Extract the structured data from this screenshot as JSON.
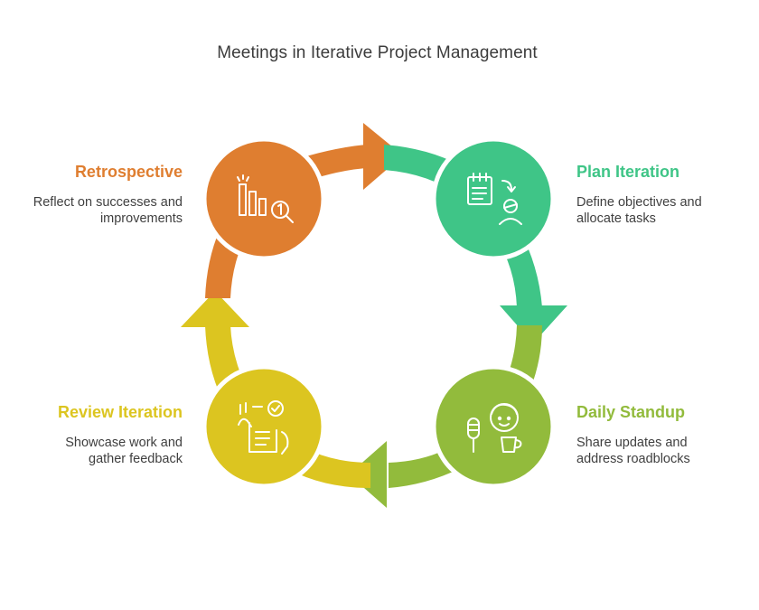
{
  "title": "Meetings in Iterative Project Management",
  "colors": {
    "plan": "#3fc587",
    "standup": "#92bb3c",
    "review": "#dcc520",
    "retro": "#df7e30"
  },
  "stages": {
    "plan": {
      "label": "Plan Iteration",
      "desc_line1": "Define objectives and",
      "desc_line2": "allocate tasks",
      "icon": "planning-icon"
    },
    "standup": {
      "label": "Daily Standup",
      "desc_line1": "Share updates and",
      "desc_line2": "address roadblocks",
      "icon": "standup-icon"
    },
    "review": {
      "label": "Review Iteration",
      "desc_line1": "Showcase work and",
      "desc_line2": "gather feedback",
      "icon": "review-icon"
    },
    "retro": {
      "label": "Retrospective",
      "desc_line1": "Reflect on successes and",
      "desc_line2": "improvements",
      "icon": "retrospective-icon"
    }
  }
}
